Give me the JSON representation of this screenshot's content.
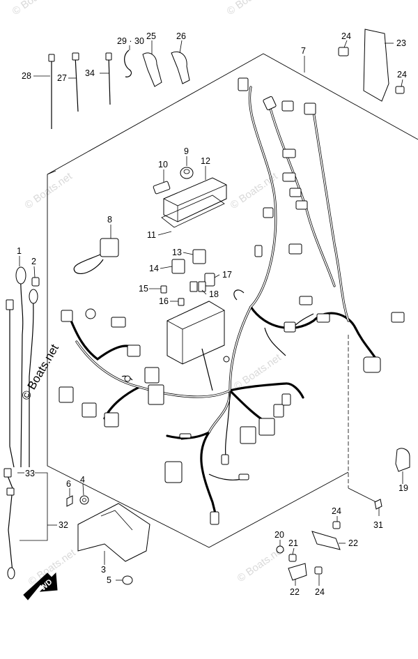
{
  "watermark": "© Boats.net",
  "fwd_label": "FWD",
  "callouts": {
    "c1": "1",
    "c2": "2",
    "c3": "3",
    "c4": "4",
    "c5": "5",
    "c6": "6",
    "c7": "7",
    "c8": "8",
    "c9": "9",
    "c10": "10",
    "c11": "11",
    "c12": "12",
    "c13": "13",
    "c14": "14",
    "c15": "15",
    "c16": "16",
    "c17": "17",
    "c18": "18",
    "c19": "19",
    "c20": "20",
    "c21": "21",
    "c22a": "22",
    "c22b": "22",
    "c23": "23",
    "c24a": "24",
    "c24b": "24",
    "c24c": "24",
    "c24d": "24",
    "c25": "25",
    "c26": "26",
    "c27": "27",
    "c28": "28",
    "c2930": "29 · 30",
    "c31": "31",
    "c32": "32",
    "c33": "33",
    "c34": "34"
  }
}
